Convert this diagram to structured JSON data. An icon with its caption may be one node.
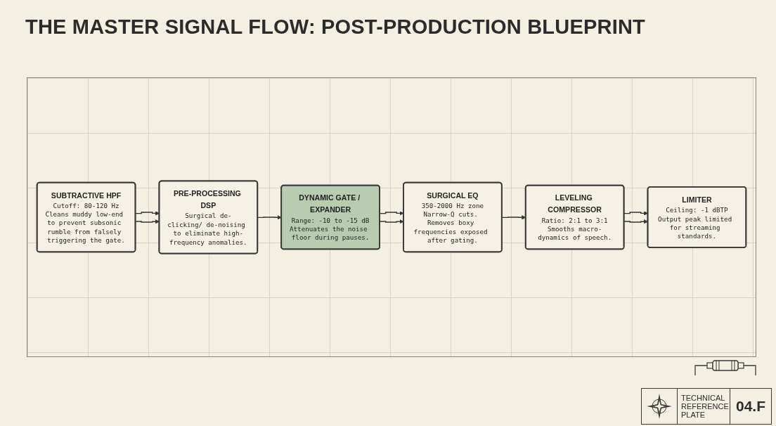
{
  "diagram": {
    "title": "THE MASTER SIGNAL FLOW: POST-PRODUCTION BLUEPRINT",
    "nodes": [
      {
        "text": [
          "SUBTRACTIVE HPF",
          "Cutoff: 80-120 Hz",
          "Cleans muddy low-end to prevent subsonic rumble from falsely triggering the gate."
        ]
      },
      {
        "text": [
          "PRE-PROCESSING DSP",
          "Surgical de-clicking/ de-noising to eliminate high-frequency anomalies."
        ]
      },
      {
        "text": [
          "DYNAMIC GATE / EXPANDER",
          "Range: -10 to -15 dB",
          "Attenuates the noise floor during pauses."
        ]
      },
      {
        "text": [
          "SURGICAL EQ",
          "350-2000 Hz zone",
          "Narrow-Q cuts. Removes boxy frequencies exposed after gating."
        ]
      },
      {
        "text": [
          "LEVELING COMPRESSOR",
          "Ratio: 2:1 to 3:1",
          "Smooths macro-dynamics of speech."
        ]
      },
      {
        "text": [
          "LIMITER",
          "Ceiling: -1 dBTP",
          "Output peak limited for streaming standards."
        ]
      }
    ],
    "edges": [
      {
        "from": 0,
        "to": 1,
        "arrow": "to"
      },
      {
        "from": 1,
        "to": 2,
        "arrow": "to"
      },
      {
        "from": 2,
        "to": 3,
        "arrow": "to"
      },
      {
        "from": 3,
        "to": 4,
        "arrow": "to"
      },
      {
        "from": 4,
        "to": 5,
        "arrow": "to"
      },
      {
        "from": 0,
        "to": 1,
        "arrow": "to"
      },
      {
        "from": 2,
        "to": 3,
        "arrow": "to"
      },
      {
        "from": 4,
        "to": 5,
        "arrow": "to"
      }
    ],
    "labels": [
      "TECHNICAL REFERENCE PLATE",
      "04.F"
    ]
  }
}
